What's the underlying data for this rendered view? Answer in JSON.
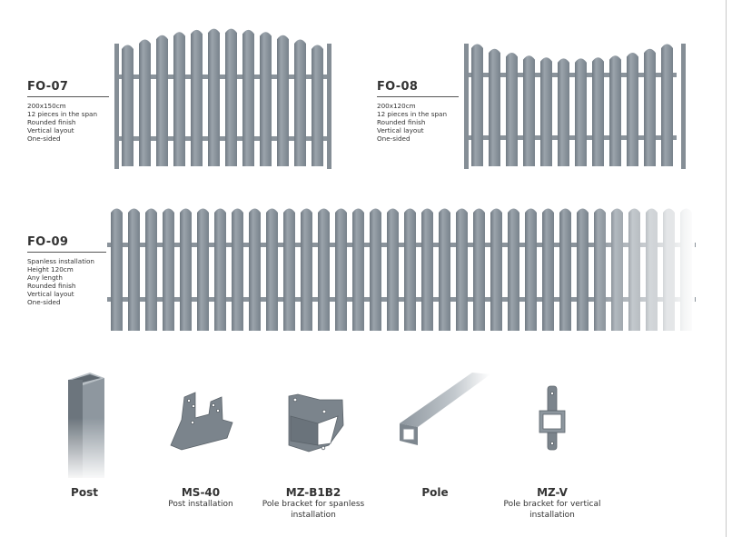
{
  "fences": [
    {
      "id": "fo07",
      "title": "FO-07",
      "details": [
        "200x150cm",
        "12 pieces in the span",
        "Rounded finish",
        "Vertical layout",
        "One-sided"
      ]
    },
    {
      "id": "fo08",
      "title": "FO-08",
      "details": [
        "200x120cm",
        "12 pieces in the span",
        "Rounded finish",
        "Vertical layout",
        "One-sided"
      ]
    },
    {
      "id": "fo09",
      "title": "FO-09",
      "details": [
        "Spanless installation",
        "Height 120cm",
        "Any length",
        "Rounded finish",
        "Vertical layout",
        "One-sided"
      ]
    }
  ],
  "accessories": [
    {
      "name": "Post",
      "desc": ""
    },
    {
      "name": "MS-40",
      "desc": "Post installation"
    },
    {
      "name": "MZ-B1B2",
      "desc": "Pole bracket for spanless installation"
    },
    {
      "name": "Pole",
      "desc": ""
    },
    {
      "name": "MZ-V",
      "desc": "Pole bracket for vertical installation"
    }
  ],
  "colors": {
    "metal": "#7d8790",
    "metal_light": "#9aa3ab",
    "text": "#333333"
  }
}
